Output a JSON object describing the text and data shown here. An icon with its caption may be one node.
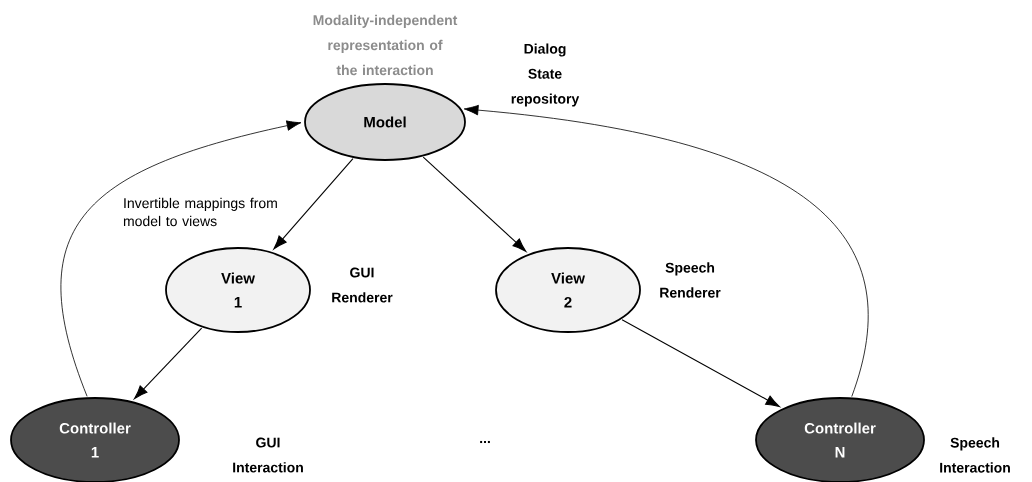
{
  "diagram": {
    "nodes": [
      {
        "text": [
          "Model"
        ],
        "beside": [
          "Modality-independent representation of the interaction",
          "Dialog State repository"
        ]
      },
      {
        "text": [
          "View 1"
        ],
        "beside": [
          "GUI Renderer"
        ]
      },
      {
        "text": [
          "View 2"
        ],
        "beside": [
          "Speech Renderer"
        ]
      },
      {
        "text": [
          "Controller 1"
        ],
        "beside": [
          "GUI Interaction"
        ]
      },
      {
        "text": [
          "Controller N"
        ],
        "beside": [
          "Speech Interaction"
        ]
      }
    ],
    "edges": [
      {
        "from": 0,
        "to": 1,
        "arrow": "to",
        "label": "Invertible mappings from model to views"
      },
      {
        "from": 0,
        "to": 2,
        "arrow": "to"
      },
      {
        "from": 1,
        "to": 3,
        "arrow": "to"
      },
      {
        "from": 2,
        "to": 4,
        "arrow": "to"
      },
      {
        "from": 3,
        "to": 0,
        "arrow": "to"
      },
      {
        "from": 4,
        "to": 0,
        "arrow": "to"
      }
    ],
    "labels": [
      "..."
    ]
  }
}
